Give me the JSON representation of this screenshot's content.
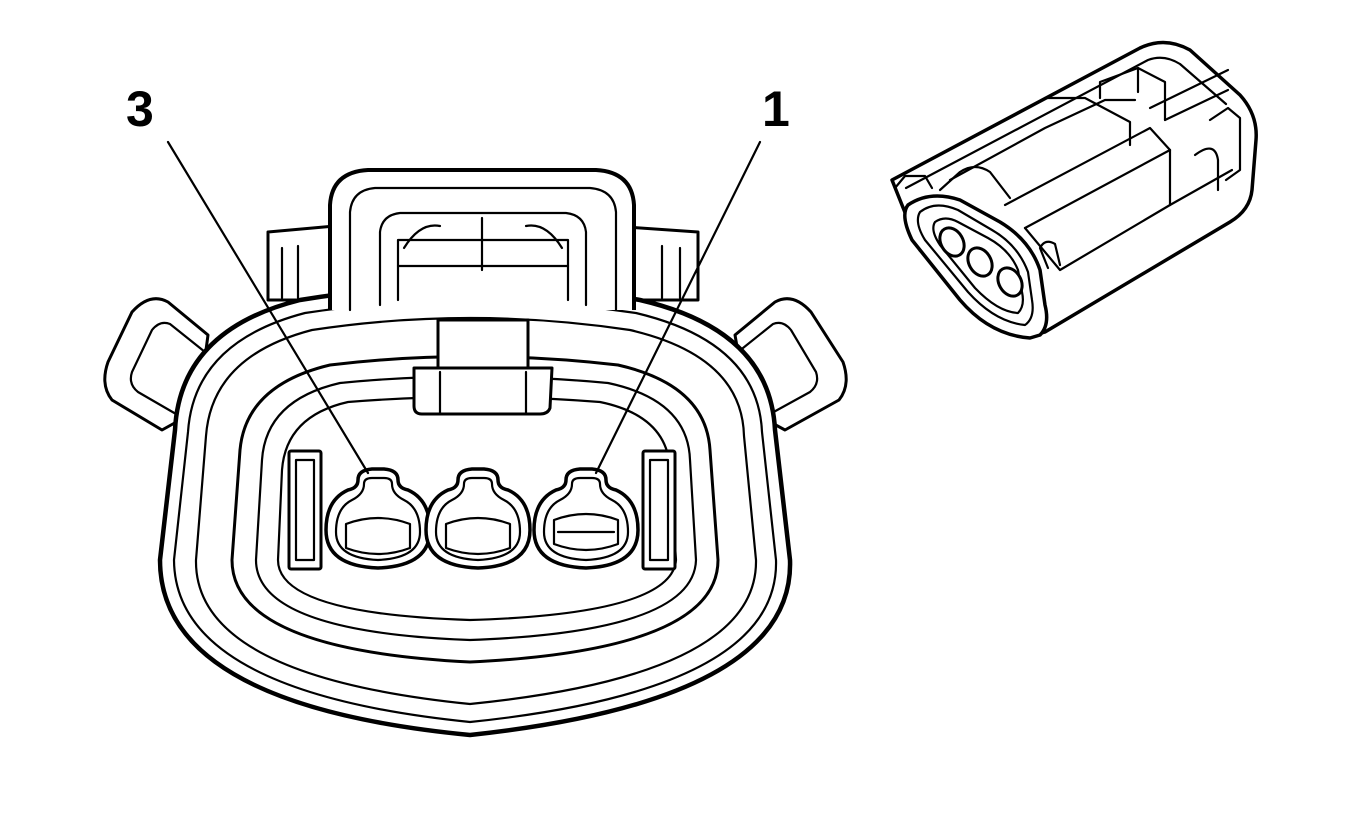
{
  "diagram": {
    "callouts": [
      {
        "id": "pin-3",
        "label": "3"
      },
      {
        "id": "pin-1",
        "label": "1"
      }
    ],
    "components": [
      "connector-face-view",
      "connector-isometric-view"
    ],
    "colors": {
      "line": "#000000",
      "background": "#ffffff"
    }
  }
}
